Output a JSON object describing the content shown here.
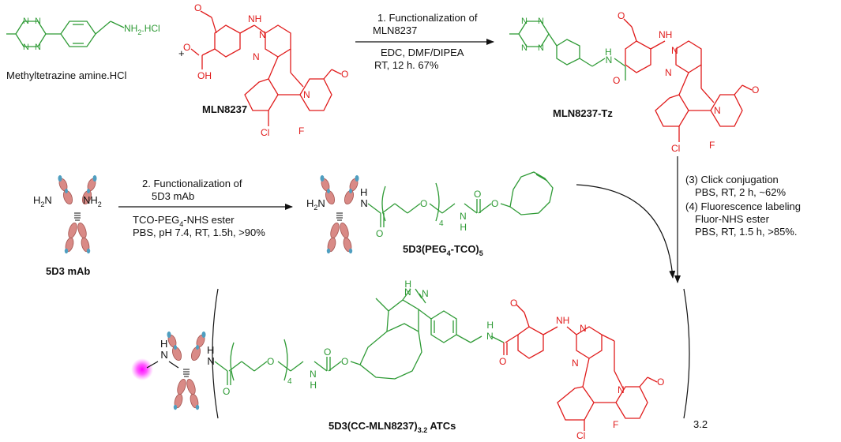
{
  "colors": {
    "green": "#2e9a35",
    "red": "#e01b1b",
    "black": "#111111",
    "antibody": "#d98a86",
    "antibody_dark": "#a35450",
    "fab_tip": "#4f9ec0",
    "dye": "#ff00ff"
  },
  "reagents": {
    "tetrazine_label": "Methyltetrazine amine.HCl",
    "tetrazine_salt": "NH",
    "tetrazine_salt_sub": "2",
    "tetrazine_salt_tail": ".HCl",
    "plus": "+",
    "mln_label": "MLN8237",
    "mln_tz_label": "MLN8237-Tz",
    "mab_label": "5D3 mAb",
    "tco_label_main": "5D3(PEG",
    "tco_label_sub1": "4",
    "tco_label_mid": "-TCO)",
    "tco_label_sub2": "5",
    "atc_label_main": "5D3(CC-MLN8237)",
    "atc_label_sub": "3.2",
    "atc_label_tail": " ATCs",
    "bracket_sub": "3.2",
    "peg_repeat": "4"
  },
  "step1": {
    "line1": "1. Functionalization of",
    "line2": "MLN8237",
    "line3": "EDC, DMF/DIPEA",
    "line4": "RT, 12 h. 67%"
  },
  "step2": {
    "line1": "2. Functionalization of",
    "line2": "5D3 mAb",
    "line3a": "TCO-PEG",
    "line3sub": "4",
    "line3b": "-NHS ester",
    "line4": "PBS, pH 7.4, RT, 1.5h, >90%"
  },
  "step34": {
    "line1": "(3) Click conjugation",
    "line2": "PBS, RT, 2 h, ~62%",
    "line3": "(4) Fluorescence labeling",
    "line4": "Fluor-NHS ester",
    "line5": "PBS, RT, 1.5 h, >85%."
  },
  "atoms": {
    "N": "N",
    "NH": "NH",
    "H": "H",
    "O": "O",
    "OH": "OH",
    "Cl": "Cl",
    "F": "F",
    "H2N": "H",
    "NH2": "NH",
    "two": "2",
    "HNN": "HN"
  }
}
